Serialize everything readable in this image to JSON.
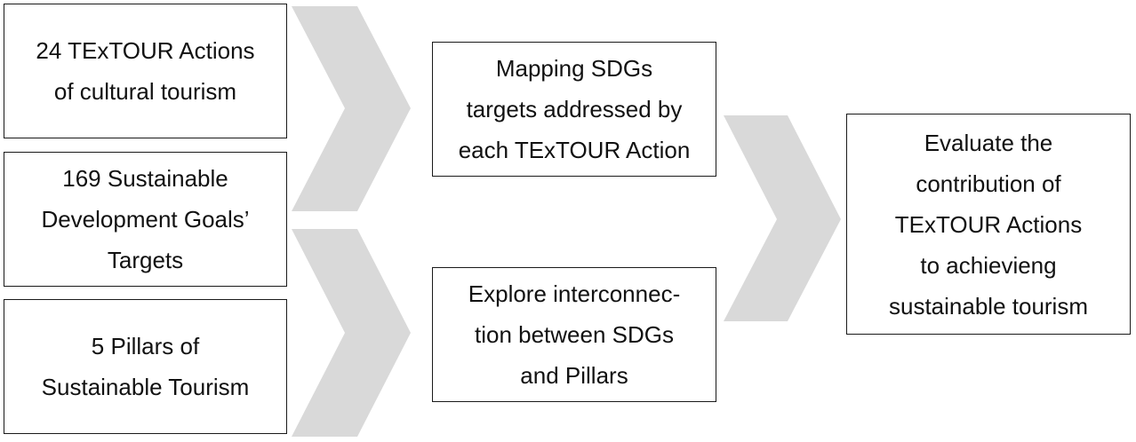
{
  "colors": {
    "arrow_fill": "#d9d9d9",
    "box_border": "#1a1a1a",
    "text": "#111111"
  },
  "inputs": {
    "actions": "24 TExTOUR Actions\nof cultural tourism",
    "sdg_targets": "169 Sustainable\nDevelopment Goals’\nTargets",
    "pillars": "5 Pillars of\nSustainable Tourism"
  },
  "steps": {
    "mapping": "Mapping SDGs\ntargets addressed by\neach TExTOUR Action",
    "explore": "Explore interconnec-\ntion between SDGs\nand Pillars"
  },
  "outcome": {
    "evaluate": "Evaluate the\ncontribution of\nTExTOUR Actions\nto achievieng\nsustainable tourism"
  }
}
